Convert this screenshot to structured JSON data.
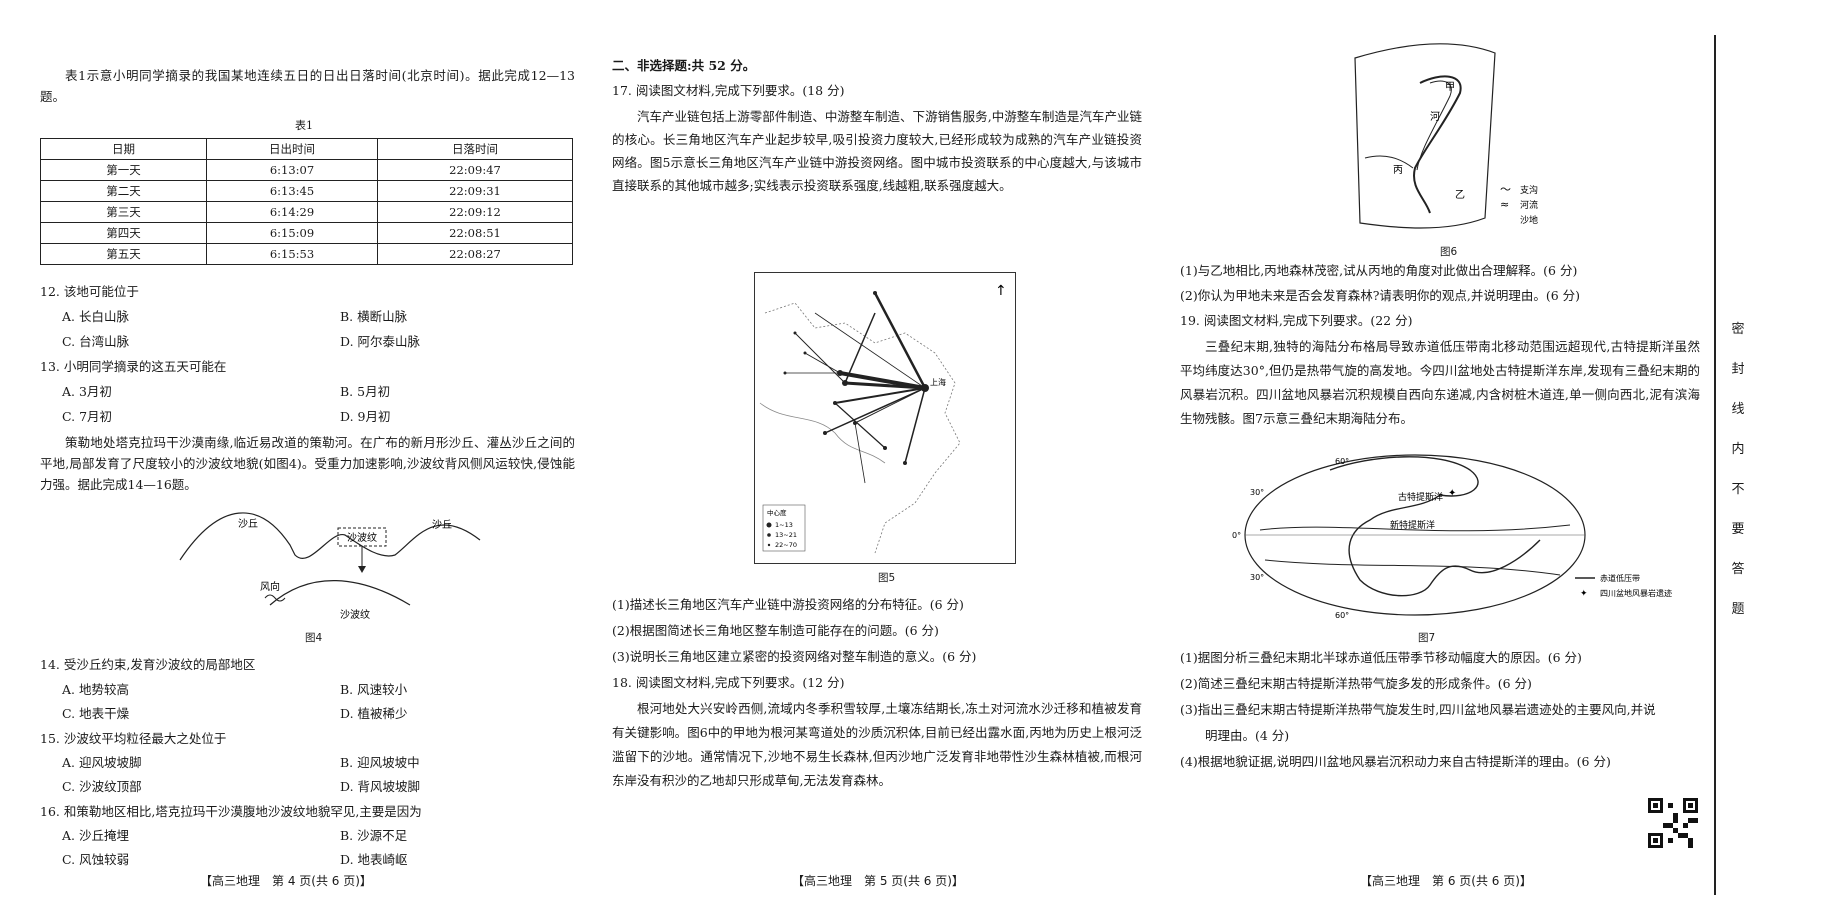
{
  "col1": {
    "intro": "表1示意小明同学摘录的我国某地连续五日的日出日落时间(北京时间)。据此完成12—13题。",
    "table_title": "表1",
    "table": {
      "headers": [
        "日期",
        "日出时间",
        "日落时间"
      ],
      "rows": [
        [
          "第一天",
          "6:13:07",
          "22:09:47"
        ],
        [
          "第二天",
          "6:13:45",
          "22:09:31"
        ],
        [
          "第三天",
          "6:14:29",
          "22:09:12"
        ],
        [
          "第四天",
          "6:15:09",
          "22:08:51"
        ],
        [
          "第五天",
          "6:15:53",
          "22:08:27"
        ]
      ]
    },
    "q12": "12. 该地可能位于",
    "q12_opts": [
      "A. 长白山脉",
      "B. 横断山脉",
      "C. 台湾山脉",
      "D. 阿尔泰山脉"
    ],
    "q13": "13. 小明同学摘录的这五天可能在",
    "q13_opts": [
      "A. 3月初",
      "B. 5月初",
      "C. 7月初",
      "D. 9月初"
    ],
    "passage2": "策勒地处塔克拉玛干沙漠南缘,临近易改道的策勒河。在广布的新月形沙丘、灌丛沙丘之间的平地,局部发育了尺度较小的沙波纹地貌(如图4)。受重力加速影响,沙波纹背风侧风运较快,侵蚀能力强。据此完成14—16题。",
    "fig4": {
      "dune_left": "沙丘",
      "dune_right": "沙丘",
      "ripple_box": "沙波纹",
      "wind": "风向",
      "ripple_bottom": "沙波纹",
      "caption": "图4"
    },
    "q14": "14. 受沙丘约束,发育沙波纹的局部地区",
    "q14_opts": [
      "A. 地势较高",
      "B. 风速较小",
      "C. 地表干燥",
      "D. 植被稀少"
    ],
    "q15": "15. 沙波纹平均粒径最大之处位于",
    "q15_opts": [
      "A. 迎风坡坡脚",
      "B. 迎风坡坡中",
      "C. 沙波纹顶部",
      "D. 背风坡坡脚"
    ],
    "q16": "16. 和策勒地区相比,塔克拉玛干沙漠腹地沙波纹地貌罕见,主要是因为",
    "q16_opts": [
      "A. 沙丘掩埋",
      "B. 沙源不足",
      "C. 风蚀较弱",
      "D. 地表崎岖"
    ],
    "footer": "【高三地理　第 4 页(共 6 页)】"
  },
  "col2": {
    "section": "二、非选择题:共 52 分。",
    "q17": "17. 阅读图文材料,完成下列要求。(18 分)",
    "q17_text": "汽车产业链包括上游零部件制造、中游整车制造、下游销售服务,中游整车制造是汽车产业链的核心。长三角地区汽车产业起步较早,吸引投资力度较大,已经形成较为成熟的汽车产业链投资网络。图5示意长三角地区汽车产业链中游投资网络。图中城市投资联系的中心度越大,与该城市直接联系的其他城市越多;实线表示投资联系强度,线越粗,联系强度越大。",
    "fig5": {
      "caption": "图5",
      "legend_title": "中心度",
      "legend": [
        "1~13",
        "13~21",
        "22~70"
      ],
      "city": "上海"
    },
    "q17_sub": [
      "(1)描述长三角地区汽车产业链中游投资网络的分布特征。(6 分)",
      "(2)根据图简述长三角地区整车制造可能存在的问题。(6 分)",
      "(3)说明长三角地区建立紧密的投资网络对整车制造的意义。(6 分)"
    ],
    "q18": "18. 阅读图文材料,完成下列要求。(12 分)",
    "q18_text": "根河地处大兴安岭西侧,流域内冬季积雪较厚,土壤冻结期长,冻土对河流水沙迁移和植被发育有关键影响。图6中的甲地为根河某弯道处的沙质沉积体,目前已经出露水面,丙地为历史上根河泛滥留下的沙地。通常情况下,沙地不易生长森林,但丙沙地广泛发育非地带性沙生森林植被,而根河东岸没有积沙的乙地却只形成草甸,无法发育森林。",
    "footer": "【高三地理　第 5 页(共 6 页)】"
  },
  "col3": {
    "fig6": {
      "labels": [
        "甲",
        "河",
        "丙",
        "乙"
      ],
      "legend": [
        "支沟",
        "河流",
        "沙地"
      ],
      "caption": "图6"
    },
    "q18_sub": [
      "(1)与乙地相比,丙地森林茂密,试从丙地的角度对此做出合理解释。(6 分)",
      "(2)你认为甲地未来是否会发育森林?请表明你的观点,并说明理由。(6 分)"
    ],
    "q19": "19. 阅读图文材料,完成下列要求。(22 分)",
    "q19_text": "三叠纪末期,独特的海陆分布格局导致赤道低压带南北移动范围远超现代,古特提斯洋虽然平均纬度达30°,但仍是热带气旋的高发地。今四川盆地处古特提斯洋东岸,发现有三叠纪末期的风暴岩沉积。四川盆地风暴岩沉积规模自西向东递减,内含树桩木道连,单一侧向西北,泥有滨海生物残骸。图7示意三叠纪末期海陆分布。",
    "fig7": {
      "lat_labels": [
        "60°",
        "30°",
        "0°",
        "30°",
        "60°"
      ],
      "ocean1": "古特提斯洋",
      "ocean2": "新特提斯洋",
      "caption": "图7",
      "legend": [
        "赤道低压带",
        "四川盆地风暴岩遗迹"
      ]
    },
    "q19_sub": [
      "(1)据图分析三叠纪末期北半球赤道低压带季节移动幅度大的原因。(6 分)",
      "(2)简述三叠纪末期古特提斯洋热带气旋多发的形成条件。(6 分)",
      "(3)指出三叠纪末期古特提斯洋热带气旋发生时,四川盆地风暴岩遗迹处的主要风向,并说",
      "明理由。(4 分)",
      "(4)根据地貌证据,说明四川盆地风暴岩沉积动力来自古特提斯洋的理由。(6 分)"
    ],
    "footer": "【高三地理　第 6 页(共 6 页)】"
  },
  "side": {
    "chars": [
      "密",
      "封",
      "线",
      "内",
      "不",
      "要",
      "答",
      "题"
    ]
  }
}
